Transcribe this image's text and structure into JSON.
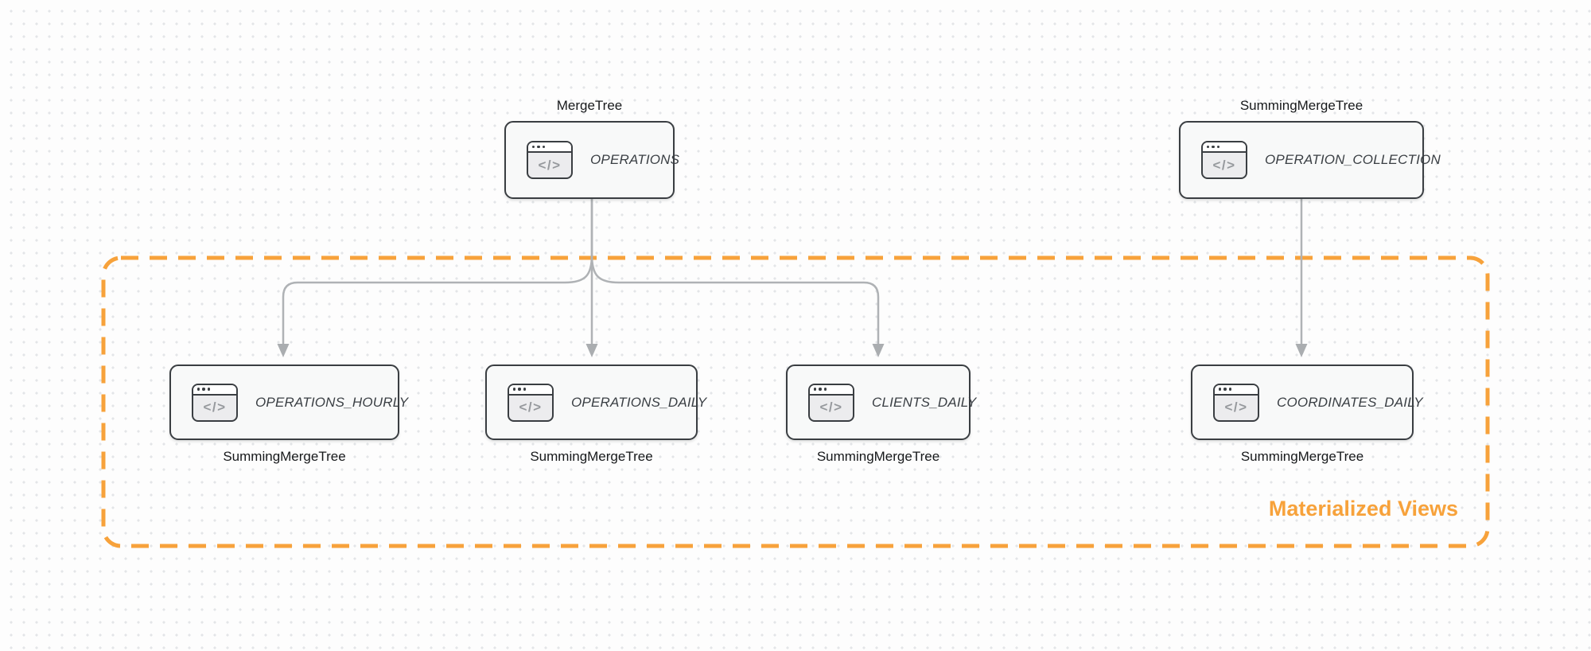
{
  "diagram": {
    "title_hint": "table engines and materialized views diagram",
    "icon_glyph": "</>",
    "colors": {
      "accent_orange": "#f7a23b",
      "edge_gray": "#afb2b5",
      "node_border": "#3a3e42",
      "node_fill": "#f8f9f9",
      "background_dot": "#e3e5e8"
    },
    "group": {
      "label": "Materialized Views"
    },
    "nodes": [
      {
        "id": "operations",
        "name": "OPERATIONS",
        "engine": "MergeTree",
        "engine_label_position": "top"
      },
      {
        "id": "operation_collection",
        "name": "OPERATION_COLLECTION",
        "engine": "SummingMergeTree",
        "engine_label_position": "top"
      },
      {
        "id": "operations_hourly",
        "name": "OPERATIONS_HOURLY",
        "engine": "SummingMergeTree",
        "engine_label_position": "bottom"
      },
      {
        "id": "operations_daily",
        "name": "OPERATIONS_DAILY",
        "engine": "SummingMergeTree",
        "engine_label_position": "bottom"
      },
      {
        "id": "clients_daily",
        "name": "CLIENTS_DAILY",
        "engine": "SummingMergeTree",
        "engine_label_position": "bottom"
      },
      {
        "id": "coordinates_daily",
        "name": "COORDINATES_DAILY",
        "engine": "SummingMergeTree",
        "engine_label_position": "bottom"
      }
    ],
    "edges": [
      {
        "from": "OPERATIONS",
        "to": "OPERATIONS_HOURLY"
      },
      {
        "from": "OPERATIONS",
        "to": "OPERATIONS_DAILY"
      },
      {
        "from": "OPERATIONS",
        "to": "CLIENTS_DAILY"
      },
      {
        "from": "OPERATION_COLLECTION",
        "to": "COORDINATES_DAILY"
      }
    ],
    "group_members": [
      "OPERATIONS_HOURLY",
      "OPERATIONS_DAILY",
      "CLIENTS_DAILY",
      "COORDINATES_DAILY"
    ]
  }
}
